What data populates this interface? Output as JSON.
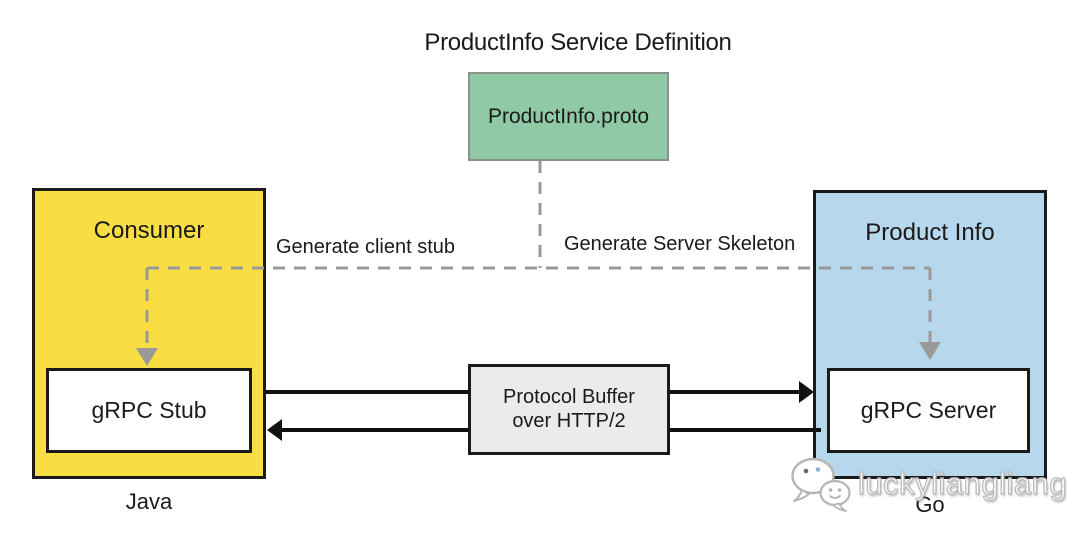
{
  "title": "ProductInfo Service Definition",
  "proto_box": {
    "label": "ProductInfo.proto"
  },
  "consumer": {
    "title": "Consumer",
    "component": "gRPC Stub",
    "language": "Java"
  },
  "provider": {
    "title": "Product Info",
    "component": "gRPC Server",
    "language": "Go"
  },
  "transport": {
    "line1": "Protocol Buffer",
    "line2": "over HTTP/2"
  },
  "edges": {
    "generate_client_stub": "Generate client stub",
    "generate_server_skeleton": "Generate Server Skeleton"
  },
  "watermark": {
    "text": "luckyliangliang",
    "icon": "wechat-icon"
  },
  "colors": {
    "consumer_fill": "#F8DE42",
    "proto_fill": "#90C9A5",
    "provider_fill": "#B7D7EC",
    "transport_fill": "#EBEBEB",
    "dashed_line": "#999999",
    "arrow": "#111111"
  }
}
